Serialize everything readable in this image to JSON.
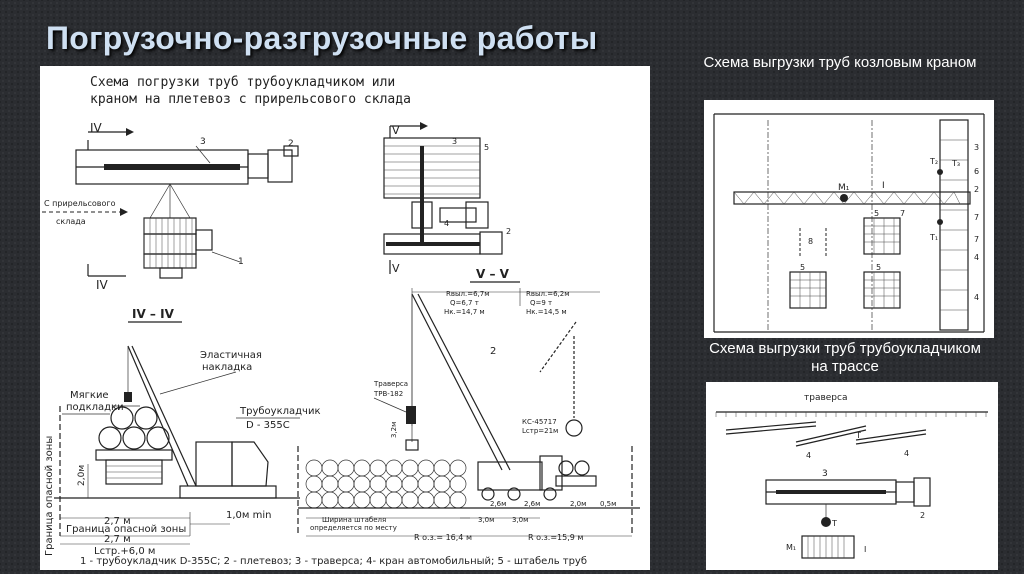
{
  "slide": {
    "title": "Погрузочно-разгрузочные работы",
    "caption_gantry": "Схема выгрузки труб козловым краном",
    "caption_pipelayer": "Схема выгрузки труб трубоукладчиком на трассе"
  },
  "main_drawing": {
    "heading_line1": "Схема погрузки труб трубоукладчиком или",
    "heading_line2": "краном на плетевоз с прирельсового склада",
    "section_iv": "IV",
    "section_v": "V",
    "section_iv_iv": "IV – IV",
    "section_v_v": "V – V",
    "from_storage_line1": "С прирельсового",
    "from_storage_line2": "склада",
    "label_elastic_1": "Эластичная",
    "label_elastic_2": "накладка",
    "label_soft_1": "Мягкие",
    "label_soft_2": "подкладки",
    "label_pipelayer": "Трубоукладчик",
    "label_pipelayer_model": "D - 355C",
    "label_danger_zone_border": "Граница опасной зоны",
    "label_danger_zone_rot": "Граница опасной зоны",
    "dim_2_0": "2,0м",
    "dim_2_7_a": "2,7 м",
    "dim_2_7_b": "2,7 м",
    "dim_1_0": "1,0м min",
    "dim_lstr": "Lстр.+6,0 м",
    "crane_left_1": "Rвыл.=6,7м",
    "crane_left_2": "Q=6,7 т",
    "crane_left_3": "Нк.=14,7 м",
    "crane_right_1": "Rвыл.=6,2м",
    "crane_right_2": "Q=9 т",
    "crane_right_3": "Нк.=14,5 м",
    "label_traverse_1": "Траверса",
    "label_traverse_2": "ТРВ-182",
    "label_crane_model_1": "КС-45717",
    "label_crane_model_2": "Lстр=21м",
    "label_width_1": "Ширина штабеля",
    "label_width_2": "определяется по месту",
    "dim_r1": "R о.з.= 16,4 м",
    "dim_r2": "R о.з.=15,9 м",
    "dim_3_0_a": "3,0м",
    "dim_3_0_b": "3,0м",
    "dim_2_6_a": "2,6м",
    "dim_2_6_b": "2,6м",
    "dim_2_0_b": "2,0м",
    "dim_0_5": "0,5м",
    "dim_3_2": "3,2м",
    "num_1": "1",
    "num_2": "2",
    "num_3": "3",
    "num_4": "4",
    "num_5": "5",
    "legend": "1 - трубоукладчик D-355C; 2 - плетевоз; 3 - траверса; 4- кран автомобильный; 5 - штабель труб"
  },
  "gantry_drawing": {
    "label_m1": "M₁",
    "label_i": "I",
    "label_t2": "T₂",
    "label_t3": "T₃",
    "label_t1": "T₁",
    "n3": "3",
    "n6": "6",
    "n2": "2",
    "n7": "7",
    "n4": "4",
    "n5": "5",
    "n8": "8"
  },
  "pipelayer_drawing": {
    "label_traverse": "траверса",
    "n4a": "4",
    "n4b": "4",
    "n3": "3",
    "n2": "2",
    "label_t": "T",
    "label_m1": "M₁",
    "label_i": "I"
  }
}
